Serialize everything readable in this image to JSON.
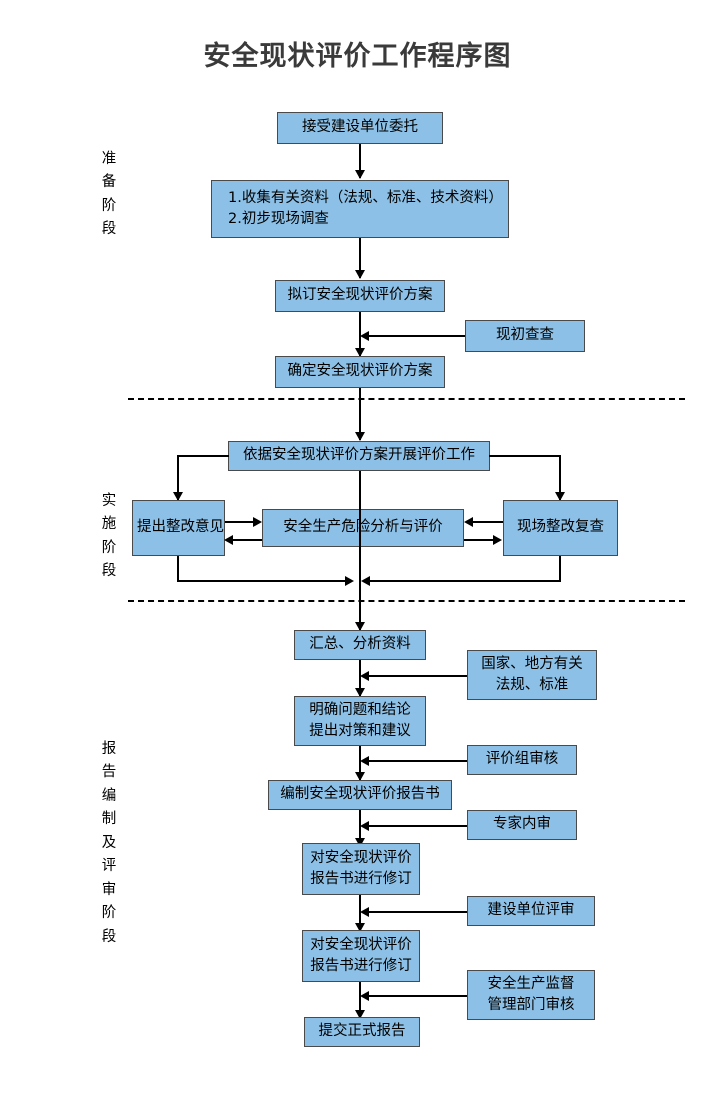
{
  "title": "安全现状评价工作程序图",
  "colors": {
    "box_fill": "#8CC0E6",
    "box_border": "#4a4a4a",
    "connector": "#000000",
    "title_text": "#3a3a3a",
    "background": "#ffffff"
  },
  "stages": [
    {
      "id": "preparation",
      "label": "准备阶段"
    },
    {
      "id": "implementation",
      "label": "实施阶段"
    },
    {
      "id": "reporting",
      "label": "报告编制及评审阶段"
    }
  ],
  "nodes": {
    "accept_commission": {
      "text": "接受建设单位委托"
    },
    "collect_data": {
      "line1": "1.收集有关资料（法规、标准、技术资料）",
      "line2": "2.初步现场调查"
    },
    "draft_plan": {
      "text": "拟订安全现状评价方案"
    },
    "preliminary_survey": {
      "text": "现初查查"
    },
    "confirm_plan": {
      "text": "确定安全现状评价方案"
    },
    "carry_out_evaluation": {
      "text": "依据安全现状评价方案开展评价工作"
    },
    "rectification_opinion": {
      "text": "提出整改意见"
    },
    "risk_analysis": {
      "text": "安全生产危险分析与评价"
    },
    "onsite_recheck": {
      "text": "现场整改复查"
    },
    "summarize_analyze": {
      "text": "汇总、分析资料"
    },
    "national_local_regs": {
      "line1": "国家、地方有关",
      "line2": "法规、标准"
    },
    "clarify_problems": {
      "line1": "明确问题和结论",
      "line2": "提出对策和建议"
    },
    "review_group": {
      "text": "评价组审核"
    },
    "compile_report": {
      "text": "编制安全现状评价报告书"
    },
    "expert_internal_review": {
      "text": "专家内审"
    },
    "revise_report_1": {
      "line1": "对安全现状评价",
      "line2": "报告书进行修订"
    },
    "construction_unit_review": {
      "text": "建设单位评审"
    },
    "revise_report_2": {
      "line1": "对安全现状评价",
      "line2": "报告书进行修订"
    },
    "safety_supervision_review": {
      "line1": "安全生产监督",
      "line2": "管理部门审核"
    },
    "submit_final_report": {
      "text": "提交正式报告"
    }
  }
}
